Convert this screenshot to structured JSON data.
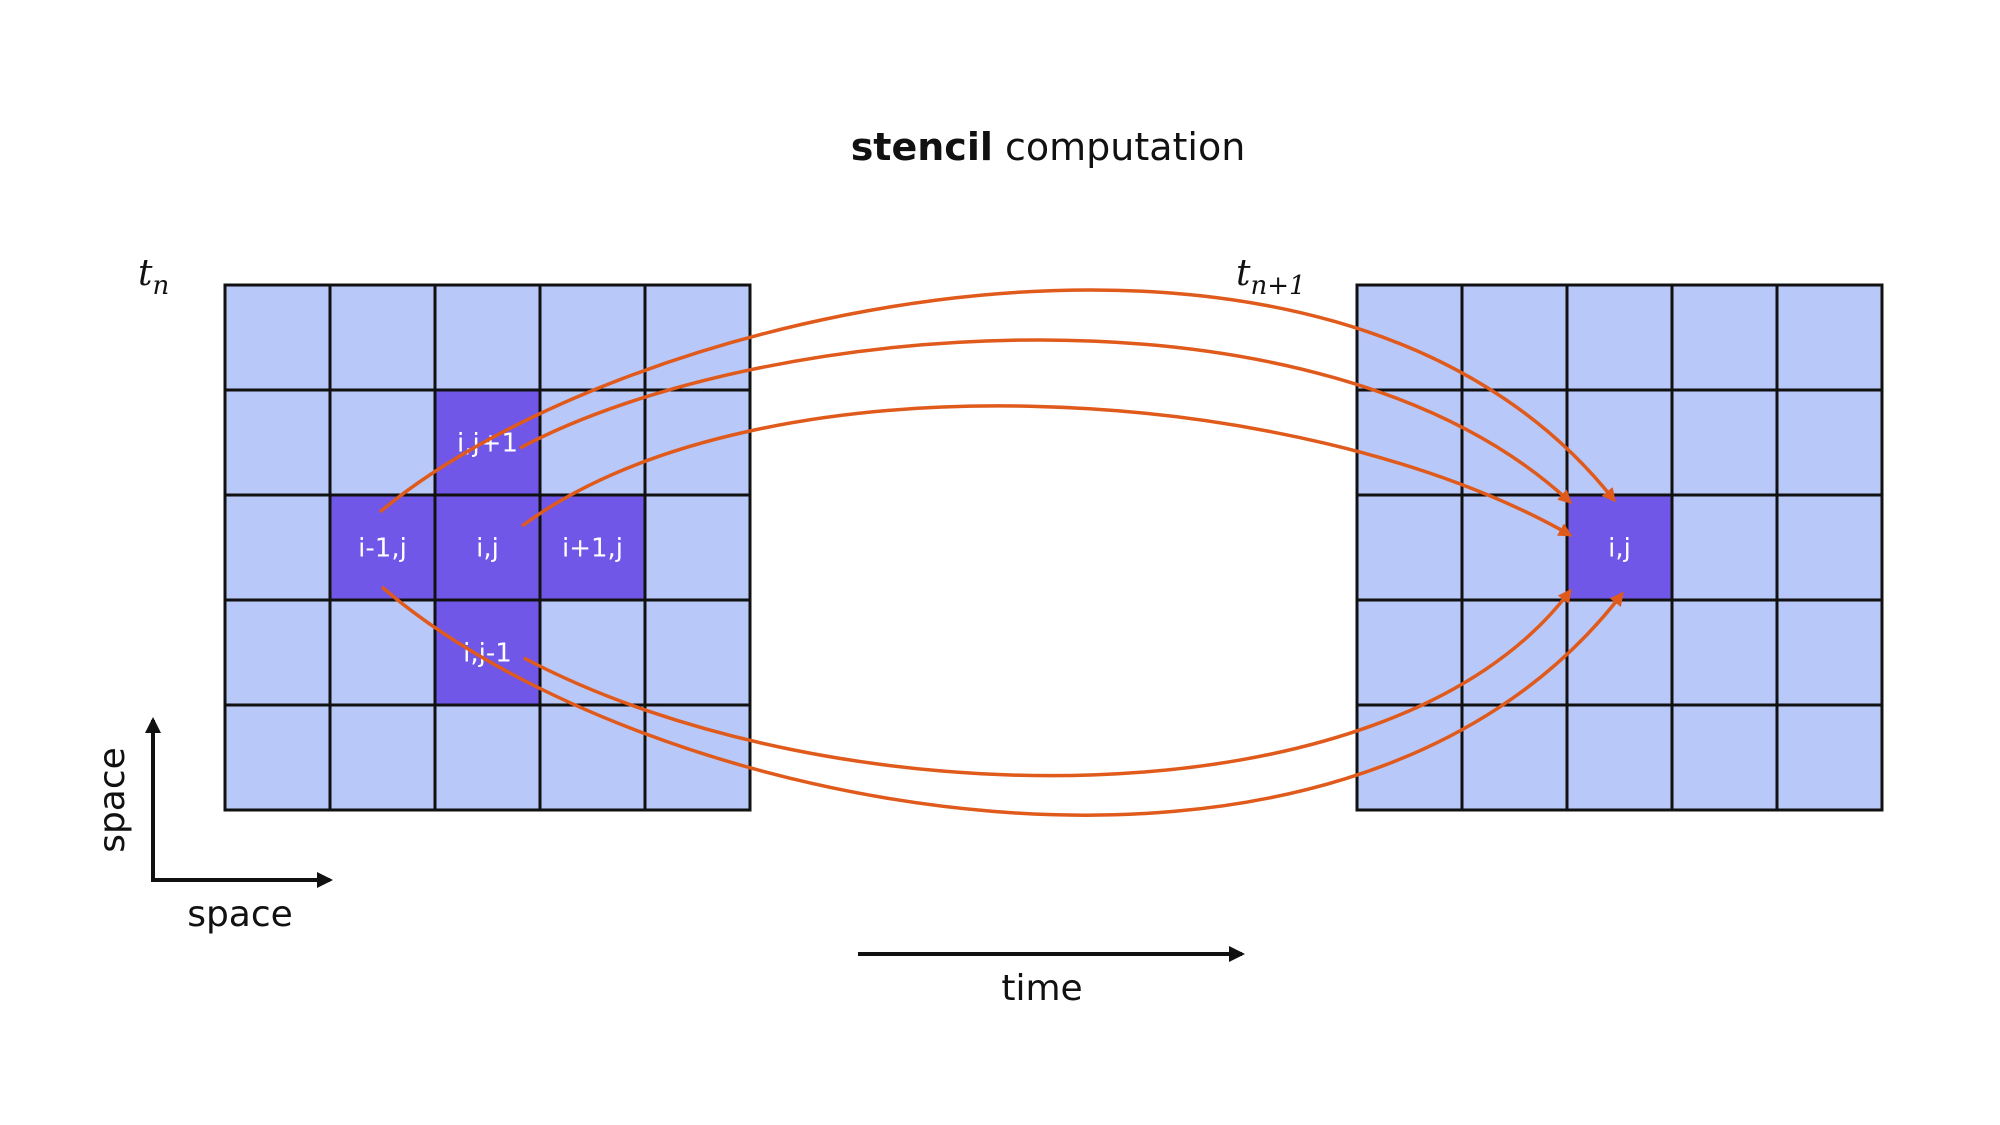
{
  "title": {
    "bold": "stencil",
    "rest": " computation"
  },
  "time_labels": {
    "left": {
      "base": "t",
      "sub": "n"
    },
    "right": {
      "base": "t",
      "sub": "n+1"
    }
  },
  "axis_labels": {
    "vertical": "space",
    "horizontal": "space",
    "time": "time"
  },
  "grid_left": {
    "rows": 5,
    "cols": 5,
    "highlighted": [
      {
        "row": 1,
        "col": 2,
        "label": "i,j+1"
      },
      {
        "row": 2,
        "col": 1,
        "label": "i-1,j"
      },
      {
        "row": 2,
        "col": 2,
        "label": "i,j"
      },
      {
        "row": 2,
        "col": 3,
        "label": "i+1,j"
      },
      {
        "row": 3,
        "col": 2,
        "label": "i,j-1"
      }
    ]
  },
  "grid_right": {
    "rows": 5,
    "cols": 5,
    "highlighted": [
      {
        "row": 2,
        "col": 2,
        "label": "i,j"
      }
    ]
  },
  "colors": {
    "cell_light": "#b8c8f8",
    "cell_highlight": "#7057e8",
    "grid_line": "#111111",
    "arrow": "#e05a1c",
    "text": "#111111"
  }
}
